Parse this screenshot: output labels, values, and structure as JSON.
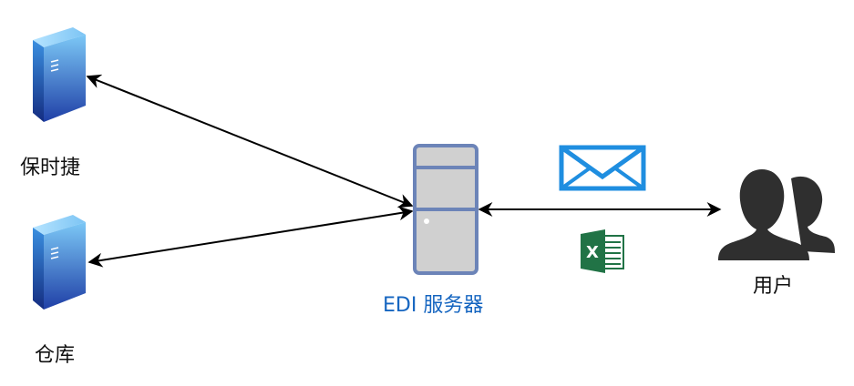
{
  "nodes": {
    "porsche": {
      "label": "保时捷",
      "icon": "server-tower-icon"
    },
    "warehouse": {
      "label": "仓库",
      "icon": "server-tower-icon"
    },
    "edi_server": {
      "label": "EDI 服务器",
      "icon": "server-rack-icon"
    },
    "user": {
      "label": "用户",
      "icon": "users-icon"
    }
  },
  "channel_icons": {
    "email": "envelope-icon",
    "excel": "excel-icon",
    "excel_letter": "X"
  },
  "colors": {
    "server_blue_light": "#5ab4f0",
    "server_blue_dark": "#1e3fa8",
    "edi_fill": "#d0d0d0",
    "edi_stroke": "#6c84b8",
    "edi_label": "#1565c0",
    "envelope": "#1f8ee0",
    "excel_green": "#217346",
    "user_gray": "#2f2f2f",
    "arrow": "#000000"
  }
}
